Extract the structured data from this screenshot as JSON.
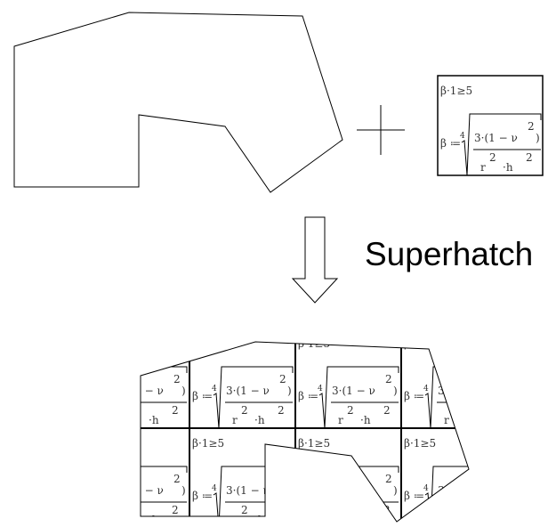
{
  "label": "Superhatch",
  "formula": {
    "condition": "β·1≥5",
    "beta_assign": "β ≔",
    "root_index": "4",
    "numerator": "3·(1 − ν",
    "numerator_close": ")",
    "numerator_exp": "2",
    "denom_r": "r",
    "denom_r_exp": "2",
    "denom_h": "·h",
    "denom_h_exp": "2"
  }
}
